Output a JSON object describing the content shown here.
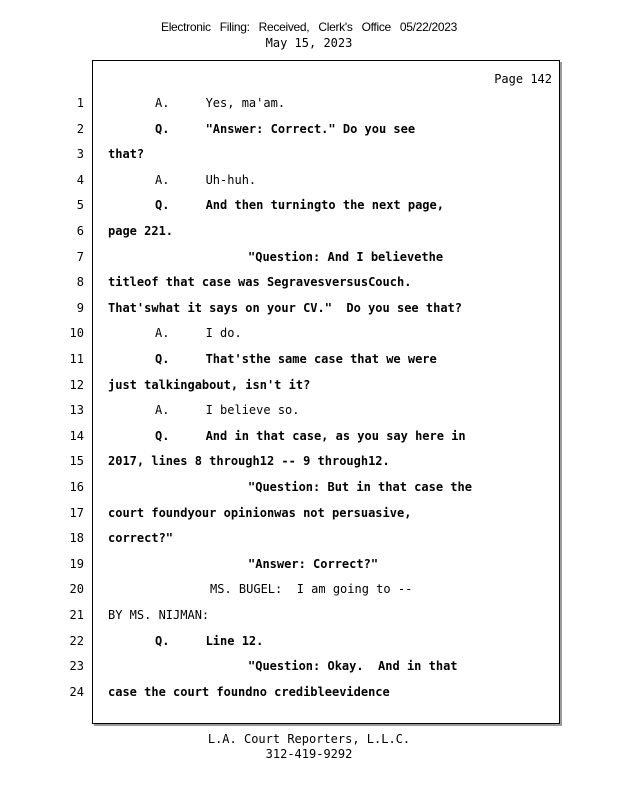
{
  "header": {
    "filing_stamp": "Electronic Filing: Received, Clerk's Office 05/22/2023",
    "date": "May 15, 2023"
  },
  "page_label": "Page 142",
  "lines": [
    {
      "num": "1",
      "text": "A.     Yes, ma'am.",
      "indent": 155,
      "bold": false
    },
    {
      "num": "2",
      "text": "Q.     \"Answer: Correct.\" Do you see",
      "indent": 155,
      "bold": true
    },
    {
      "num": "3",
      "text": "that?",
      "indent": 108,
      "bold": true
    },
    {
      "num": "4",
      "text": "A.     Uh-huh.",
      "indent": 155,
      "bold": false
    },
    {
      "num": "5",
      "text": "Q.     And then turningto the next page,",
      "indent": 155,
      "bold": true
    },
    {
      "num": "6",
      "text": "page 221.",
      "indent": 108,
      "bold": true
    },
    {
      "num": "7",
      "text": "\"Question: And I believethe",
      "indent": 248,
      "bold": true
    },
    {
      "num": "8",
      "text": "titleof that case was SegravesversusCouch.",
      "indent": 108,
      "bold": true
    },
    {
      "num": "9",
      "text": "That'swhat it says on your CV.\"  Do you see that?",
      "indent": 108,
      "bold": true
    },
    {
      "num": "10",
      "text": "A.     I do.",
      "indent": 155,
      "bold": false
    },
    {
      "num": "11",
      "text": "Q.     That'sthe same case that we were",
      "indent": 155,
      "bold": true
    },
    {
      "num": "12",
      "text": "just talkingabout, isn't it?",
      "indent": 108,
      "bold": true
    },
    {
      "num": "13",
      "text": "A.     I believe so.",
      "indent": 155,
      "bold": false
    },
    {
      "num": "14",
      "text": "Q.     And in that case, as you say here in",
      "indent": 155,
      "bold": true
    },
    {
      "num": "15",
      "text": "2017, lines 8 through12 -- 9 through12.",
      "indent": 108,
      "bold": true
    },
    {
      "num": "16",
      "text": "\"Question: But in that case the",
      "indent": 248,
      "bold": true
    },
    {
      "num": "17",
      "text": "court foundyour opinionwas not persuasive,",
      "indent": 108,
      "bold": true
    },
    {
      "num": "18",
      "text": "correct?\"",
      "indent": 108,
      "bold": true
    },
    {
      "num": "19",
      "text": "\"Answer: Correct?\"",
      "indent": 248,
      "bold": true
    },
    {
      "num": "20",
      "text": "MS. BUGEL:  I am going to --",
      "indent": 210,
      "bold": false
    },
    {
      "num": "21",
      "text": "BY MS. NIJMAN:",
      "indent": 108,
      "bold": false
    },
    {
      "num": "22",
      "text": "Q.     Line 12.",
      "indent": 155,
      "bold": true
    },
    {
      "num": "23",
      "text": "\"Question: Okay.  And in that",
      "indent": 248,
      "bold": true
    },
    {
      "num": "24",
      "text": "case the court foundno credibleevidence",
      "indent": 108,
      "bold": true
    }
  ],
  "footer": {
    "company": "L.A. Court Reporters, L.L.C.",
    "phone": "312-419-9292"
  }
}
